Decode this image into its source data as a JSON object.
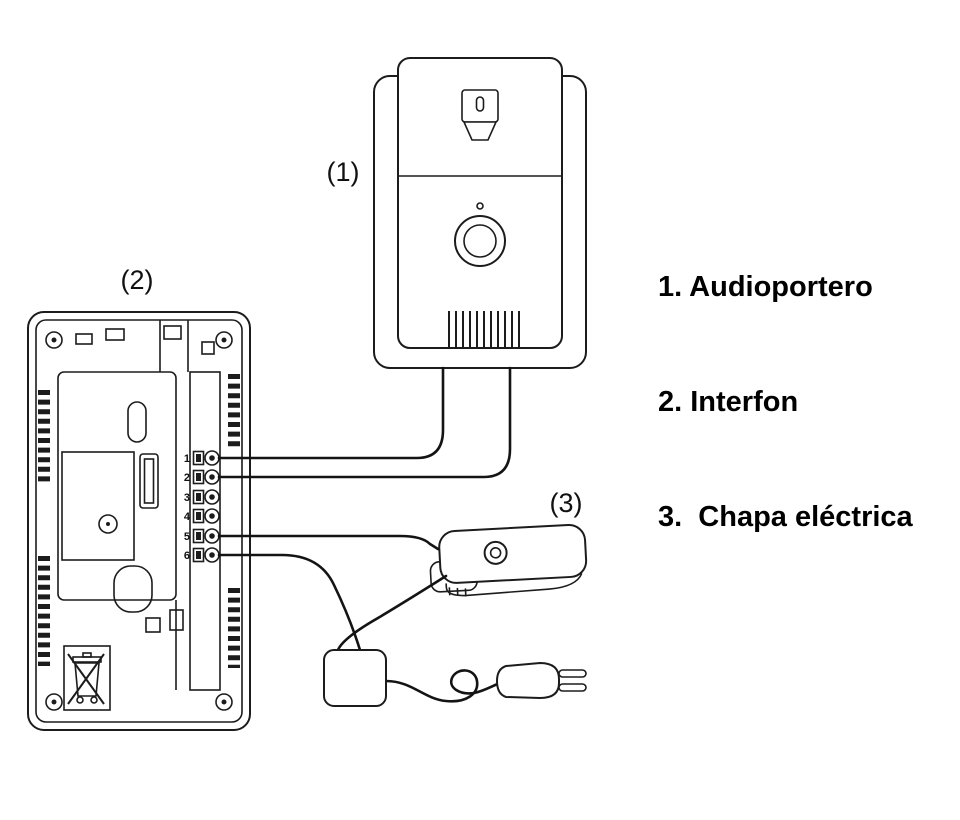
{
  "diagram": {
    "background_color": "#ffffff",
    "line_color": "#1c1c1c",
    "callouts": {
      "audioportero": "(1)",
      "interfon": "(2)",
      "chapa_electrica": "(3)"
    },
    "legend": {
      "items": [
        "1. Audioportero",
        "2. Interfon",
        "3.  Chapa eléctrica"
      ]
    },
    "terminals": [
      "1",
      "2",
      "3",
      "4",
      "5",
      "6"
    ]
  }
}
